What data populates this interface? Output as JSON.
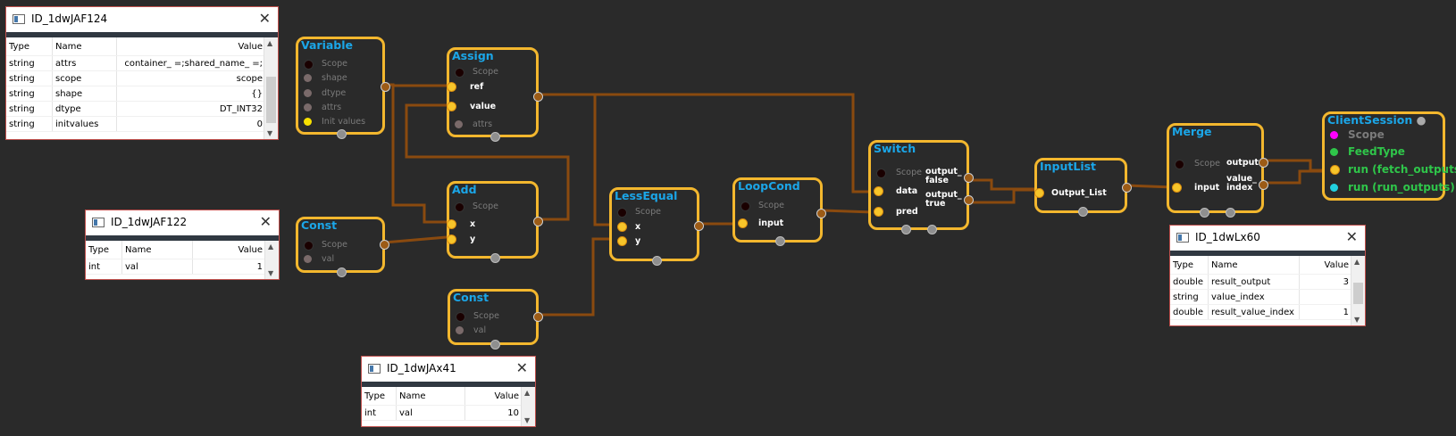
{
  "nodes": {
    "variable": {
      "title": "Variable",
      "ports": [
        "Scope",
        "shape",
        "dtype",
        "attrs",
        "Init values"
      ]
    },
    "assign": {
      "title": "Assign",
      "ports": [
        "Scope",
        "ref",
        "value",
        "attrs"
      ]
    },
    "add": {
      "title": "Add",
      "ports": [
        "Scope",
        "x",
        "y"
      ]
    },
    "const1": {
      "title": "Const",
      "ports": [
        "Scope",
        "val"
      ]
    },
    "const2": {
      "title": "Const",
      "ports": [
        "Scope",
        "val"
      ]
    },
    "lessequal": {
      "title": "LessEqual",
      "ports": [
        "Scope",
        "x",
        "y"
      ]
    },
    "loopcond": {
      "title": "LoopCond",
      "ports": [
        "Scope",
        "input"
      ]
    },
    "switch": {
      "title": "Switch",
      "ports": [
        "Scope",
        "data",
        "pred"
      ],
      "outputs": [
        "output_\nfalse",
        "output_\ntrue"
      ]
    },
    "inputlist": {
      "title": "InputList",
      "ports": [
        "Output_List"
      ]
    },
    "merge": {
      "title": "Merge",
      "ports": [
        "Scope",
        "input"
      ],
      "outputs": [
        "output",
        "value_\nindex"
      ]
    },
    "clientsession": {
      "title": "ClientSession",
      "ports": [
        "Scope",
        "FeedType",
        "run (fetch_outputs)",
        "run (run_outputs)"
      ]
    }
  },
  "windows": {
    "w1": {
      "title": "ID_1dwJAF124",
      "headers": [
        "Type",
        "Name",
        "Value"
      ],
      "rows": [
        [
          "string",
          "attrs",
          "container_ =;shared_name_ =;"
        ],
        [
          "string",
          "scope",
          "scope"
        ],
        [
          "string",
          "shape",
          "{}"
        ],
        [
          "string",
          "dtype",
          "DT_INT32"
        ],
        [
          "string",
          "initvalues",
          "0"
        ]
      ]
    },
    "w2": {
      "title": "ID_1dwJAF122",
      "headers": [
        "Type",
        "Name",
        "Value"
      ],
      "rows": [
        [
          "int",
          "val",
          "1"
        ]
      ]
    },
    "w3": {
      "title": "ID_1dwJAx41",
      "headers": [
        "Type",
        "Name",
        "Value"
      ],
      "rows": [
        [
          "int",
          "val",
          "10"
        ]
      ]
    },
    "w4": {
      "title": "ID_1dwLx60",
      "headers": [
        "Type",
        "Name",
        "Value"
      ],
      "rows": [
        [
          "double",
          "result_output",
          "3"
        ],
        [
          "string",
          "value_index",
          ""
        ],
        [
          "double",
          "result_value_index",
          "1"
        ]
      ]
    }
  },
  "colors": {
    "node_border": "#f3b72e",
    "title": "#1ba6e8",
    "wire": "#8a4a0f",
    "background": "#2a2a2a",
    "scope_cs": "#ff00ff",
    "feedtype": "#2fc64a",
    "run_fetch": "#f7c52a",
    "run_outputs": "#22d0e0"
  },
  "icons": {
    "window": "window-icon",
    "close": "close-icon"
  }
}
